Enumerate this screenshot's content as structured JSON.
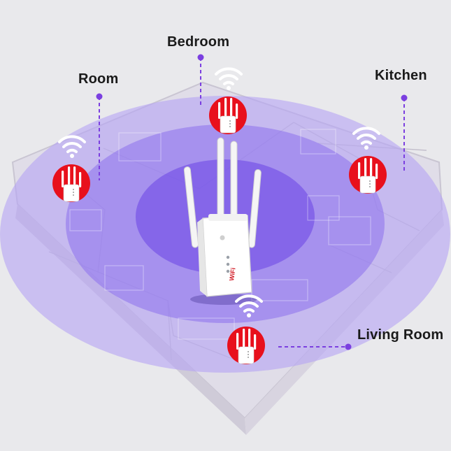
{
  "labels": {
    "bedroom": "Bedroom",
    "room": "Room",
    "kitchen": "Kitchen",
    "living_room": "Living Room"
  },
  "device_logo_text": "WiFi",
  "colors": {
    "background": "#e9e9ec",
    "coverage_outer": "#b7a4f4",
    "coverage_mid": "#8f73ee",
    "coverage_inner": "#6a43e6",
    "marker_red": "#e8101c",
    "dot_purple": "#7b3fe0",
    "label_text": "#1a1a1a"
  },
  "icons": [
    "wifi-signal-icon",
    "repeater-icon",
    "map-pin-dot"
  ]
}
